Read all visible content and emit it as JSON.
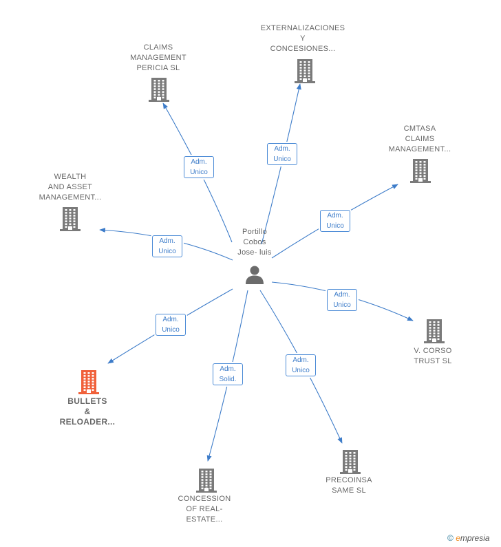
{
  "center": {
    "label": "Portillo\nCobos\nJose- luis",
    "icon": "person-icon"
  },
  "companies": [
    {
      "id": "claims-management-pericia",
      "label": "CLAIMS\nMANAGEMENT\nPERICIA  SL",
      "highlight": false,
      "icon": "building-icon"
    },
    {
      "id": "externalizaciones",
      "label": "EXTERNALIZACIONES\nY\nCONCESIONES...",
      "highlight": false,
      "icon": "building-icon"
    },
    {
      "id": "cmtasa",
      "label": "CMTASA\nCLAIMS\nMANAGEMENT...",
      "highlight": false,
      "icon": "building-icon"
    },
    {
      "id": "wealth-asset",
      "label": "WEALTH\nAND ASSET\nMANAGEMENT...",
      "highlight": false,
      "icon": "building-icon"
    },
    {
      "id": "v-corso",
      "label": "V.  CORSO\nTRUST  SL",
      "highlight": false,
      "icon": "building-icon"
    },
    {
      "id": "bullets-reloader",
      "label": "BULLETS\n&\nRELOADER...",
      "highlight": true,
      "icon": "building-icon"
    },
    {
      "id": "concession-real-estate",
      "label": "CONCESSION\nOF REAL-\nESTATE...",
      "highlight": false,
      "icon": "building-icon"
    },
    {
      "id": "precoinsa",
      "label": "PRECOINSA\nSAME SL",
      "highlight": false,
      "icon": "building-icon"
    }
  ],
  "relations": [
    {
      "to": "claims-management-pericia",
      "line1": "Adm.",
      "line2": "Unico"
    },
    {
      "to": "externalizaciones",
      "line1": "Adm.",
      "line2": "Unico"
    },
    {
      "to": "cmtasa",
      "line1": "Adm.",
      "line2": "Unico"
    },
    {
      "to": "wealth-asset",
      "line1": "Adm.",
      "line2": "Unico"
    },
    {
      "to": "v-corso",
      "line1": "Adm.",
      "line2": "Unico"
    },
    {
      "to": "bullets-reloader",
      "line1": "Adm.",
      "line2": "Unico"
    },
    {
      "to": "concession-real-estate",
      "line1": "Adm.",
      "line2": "Solid."
    },
    {
      "to": "precoinsa",
      "line1": "Adm.",
      "line2": "Unico"
    }
  ],
  "colors": {
    "edge": "#3d7cc9",
    "building": "#7a7a7a",
    "building_highlight": "#f0603a"
  },
  "footer": {
    "copyright": "©",
    "brand_initial": "e",
    "brand_rest": "mpresia"
  }
}
